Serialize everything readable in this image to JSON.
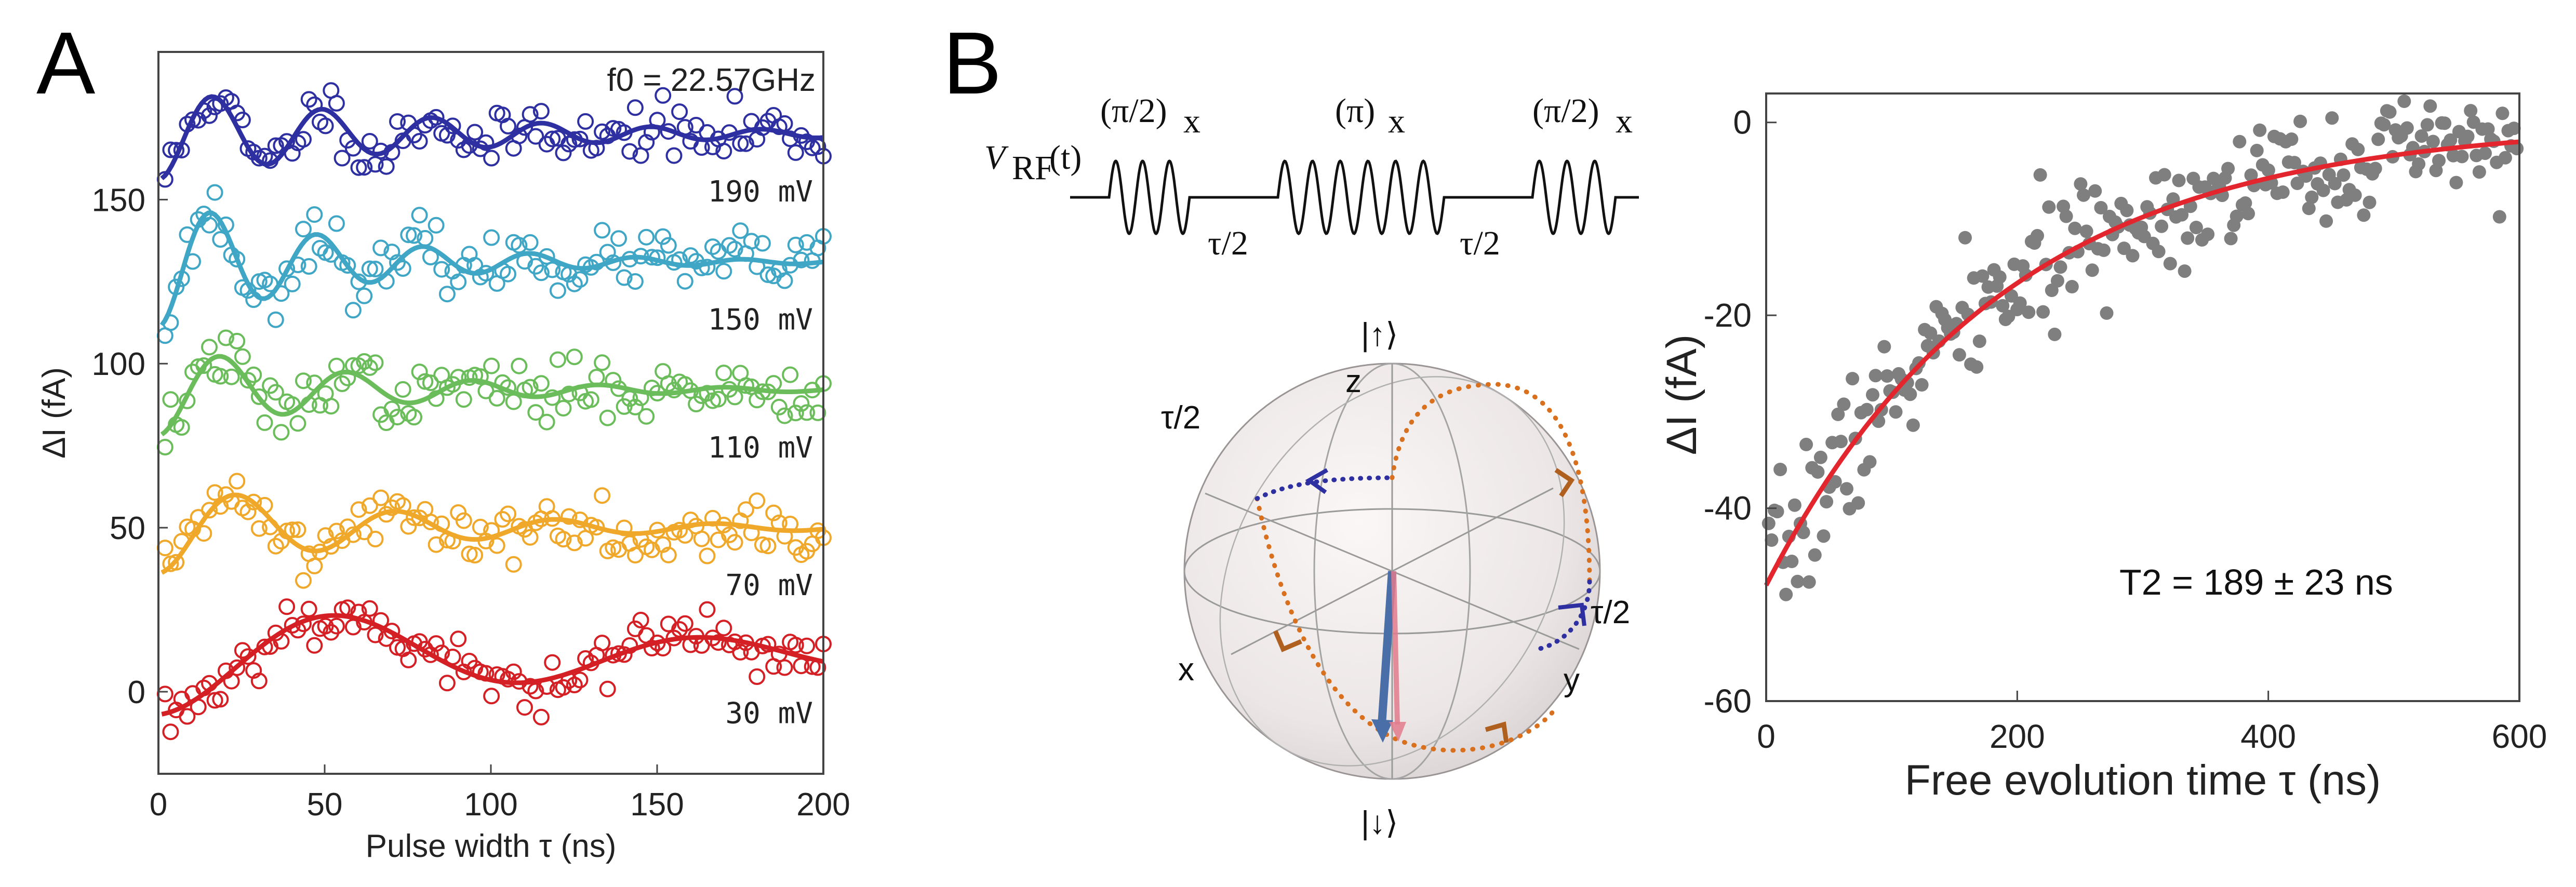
{
  "panel_labels": [
    "A",
    "B"
  ],
  "chart_data": [
    {
      "type": "scatter",
      "panel": "A",
      "xlabel": "Pulse width τ (ns)",
      "ylabel": "ΔI (fA)",
      "xlim": [
        0,
        200
      ],
      "ylim": [
        -25,
        195
      ],
      "xticks": [
        0,
        50,
        100,
        150,
        200
      ],
      "yticks": [
        0,
        50,
        100,
        150
      ],
      "annotation": "f0 = 22.57GHz",
      "series": [
        {
          "name": "190 mV",
          "color": "#2e2fa0",
          "offset": 170,
          "amp": 14,
          "period": 33,
          "decay": 80,
          "n": 120,
          "seed": 11
        },
        {
          "name": "150 mV",
          "color": "#3fa6c6",
          "offset": 131,
          "amp": 20,
          "period": 32,
          "decay": 55,
          "n": 120,
          "seed": 23
        },
        {
          "name": "110 mV",
          "color": "#6bbd5b",
          "offset": 92,
          "amp": 14,
          "period": 38,
          "decay": 60,
          "n": 120,
          "seed": 37
        },
        {
          "name": "70 mV",
          "color": "#f0a82a",
          "offset": 50,
          "amp": 14,
          "period": 48,
          "decay": 70,
          "n": 120,
          "seed": 41
        },
        {
          "name": "30 mV",
          "color": "#d42025",
          "offset": 11,
          "amp": 18,
          "period": 110,
          "decay": 140,
          "n": 120,
          "seed": 53
        }
      ],
      "marker_color_190": "#2e2fa0"
    },
    {
      "type": "scatter",
      "panel": "B-right",
      "xlabel": "Free evolution time τ (ns)",
      "ylabel": "ΔI (fA)",
      "xlim": [
        0,
        600
      ],
      "ylim": [
        -60,
        3
      ],
      "xticks": [
        0,
        200,
        400,
        600
      ],
      "yticks": [
        0,
        -20,
        -40,
        -60
      ],
      "annotation": "T2 = 189 ± 23 ns",
      "fit": {
        "A": -48,
        "T2": 189,
        "color": "#e3262d"
      },
      "points_color": "#7f7f7f",
      "n_points": 260,
      "seed": 7
    }
  ],
  "sequence": {
    "vrf_label": "V",
    "vrf_sub": "RF",
    "vrf_arg": "(t)",
    "pulse1": "(π/2)",
    "pulse2": "(π)",
    "pulse3": "(π/2)",
    "pulse_sub": "x",
    "gap": "τ/2"
  },
  "bloch": {
    "up": "|↑⟩",
    "down": "|↓⟩",
    "z": "z",
    "x": "x",
    "y": "y",
    "tau_left": "τ/2",
    "tau_right": "τ/2"
  },
  "colors": {
    "navy": "#2e2fa0",
    "orange": "#d9701e",
    "sphere": "#ece6e6"
  }
}
